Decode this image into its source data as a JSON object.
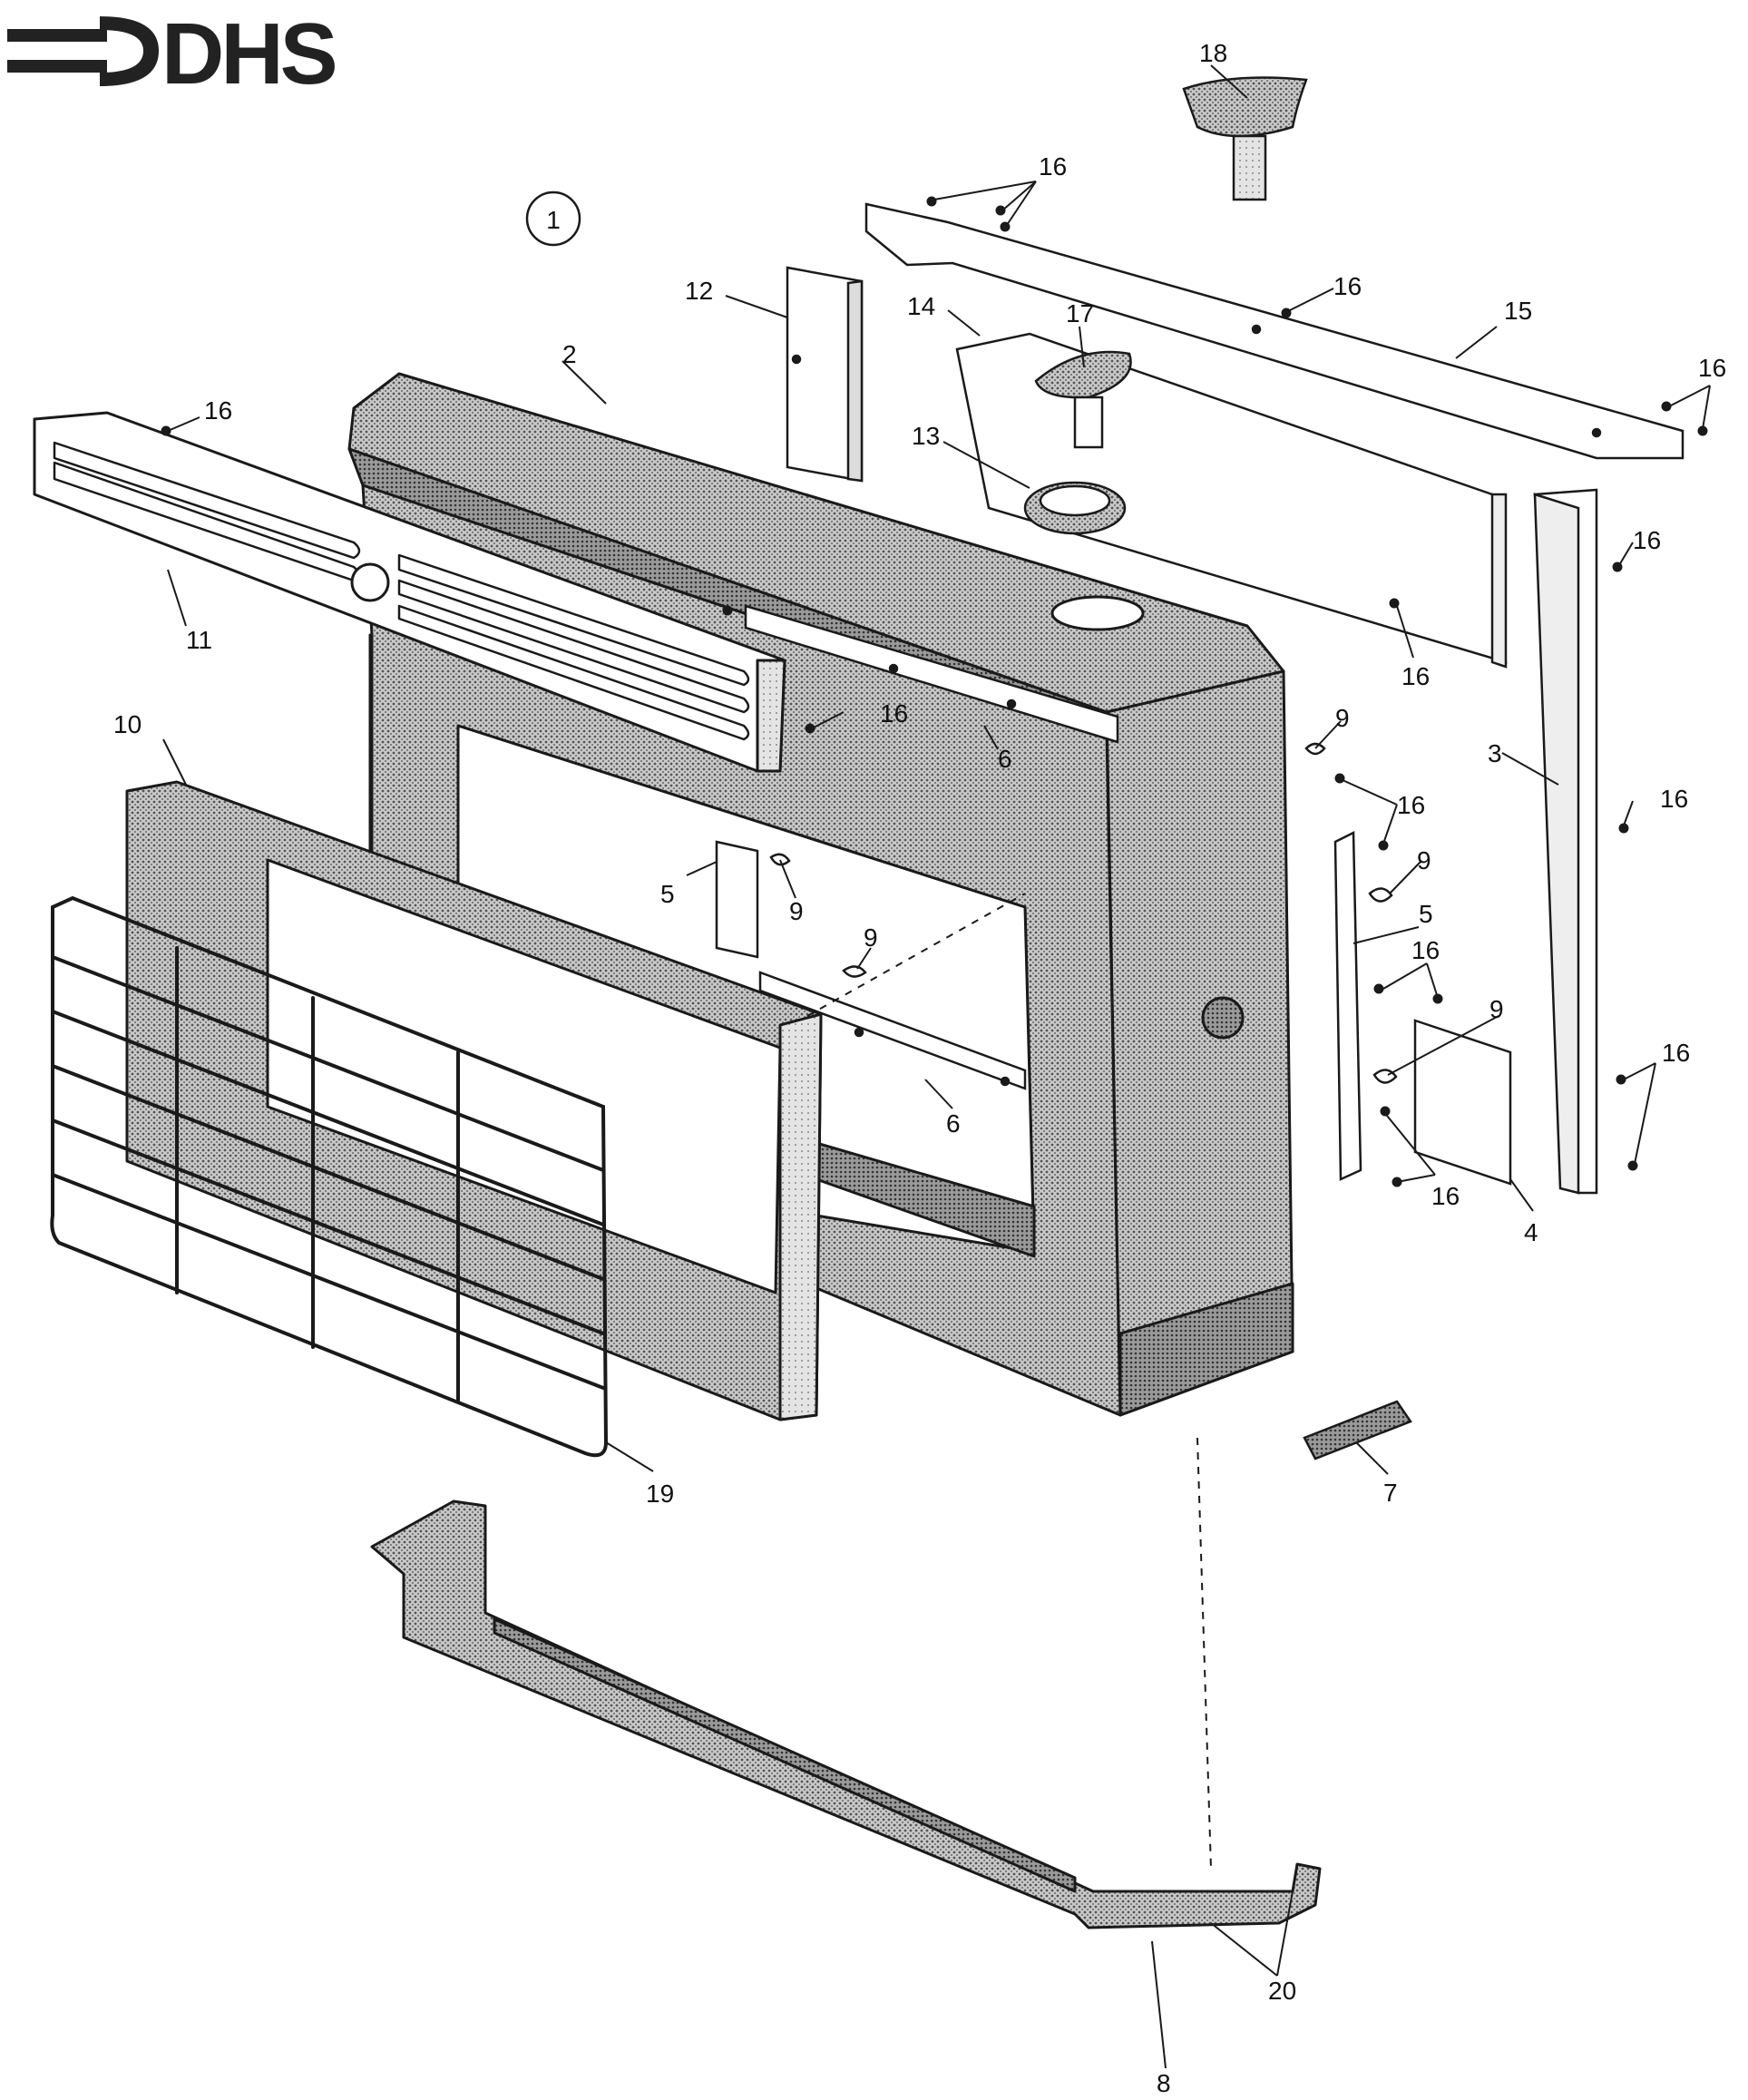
{
  "logo": {
    "text": "DHS",
    "icon": "dhs-arrow-logo-icon"
  },
  "figure_number": "1",
  "callouts": [
    {
      "id": "c18",
      "label": "18"
    },
    {
      "id": "c16a",
      "label": "16"
    },
    {
      "id": "c16b",
      "label": "16"
    },
    {
      "id": "c12",
      "label": "12"
    },
    {
      "id": "c14",
      "label": "14"
    },
    {
      "id": "c17",
      "label": "17"
    },
    {
      "id": "c15",
      "label": "15"
    },
    {
      "id": "c16c",
      "label": "16"
    },
    {
      "id": "c2",
      "label": "2"
    },
    {
      "id": "c16d",
      "label": "16"
    },
    {
      "id": "c13",
      "label": "13"
    },
    {
      "id": "c11",
      "label": "11"
    },
    {
      "id": "c16e",
      "label": "16"
    },
    {
      "id": "c16f",
      "label": "16"
    },
    {
      "id": "c10",
      "label": "10"
    },
    {
      "id": "c16g",
      "label": "16"
    },
    {
      "id": "c6a",
      "label": "6"
    },
    {
      "id": "c9a",
      "label": "9"
    },
    {
      "id": "c3",
      "label": "3"
    },
    {
      "id": "c16h",
      "label": "16"
    },
    {
      "id": "c16i",
      "label": "16"
    },
    {
      "id": "c5a",
      "label": "5"
    },
    {
      "id": "c9b",
      "label": "9"
    },
    {
      "id": "c9c",
      "label": "9"
    },
    {
      "id": "c5b",
      "label": "5"
    },
    {
      "id": "c9d",
      "label": "9"
    },
    {
      "id": "c16j",
      "label": "16"
    },
    {
      "id": "c9e",
      "label": "9"
    },
    {
      "id": "c6b",
      "label": "6"
    },
    {
      "id": "c16k",
      "label": "16"
    },
    {
      "id": "c16l",
      "label": "16"
    },
    {
      "id": "c4",
      "label": "4"
    },
    {
      "id": "c7",
      "label": "7"
    },
    {
      "id": "c19",
      "label": "19"
    },
    {
      "id": "c20",
      "label": "20"
    },
    {
      "id": "c8",
      "label": "8"
    }
  ],
  "colors": {
    "line": "#1a1a1a",
    "fill_dark": "#8f8f8f",
    "fill_mid": "#b5b5b5",
    "fill_light": "#d9d9d9",
    "paper": "#ffffff"
  }
}
